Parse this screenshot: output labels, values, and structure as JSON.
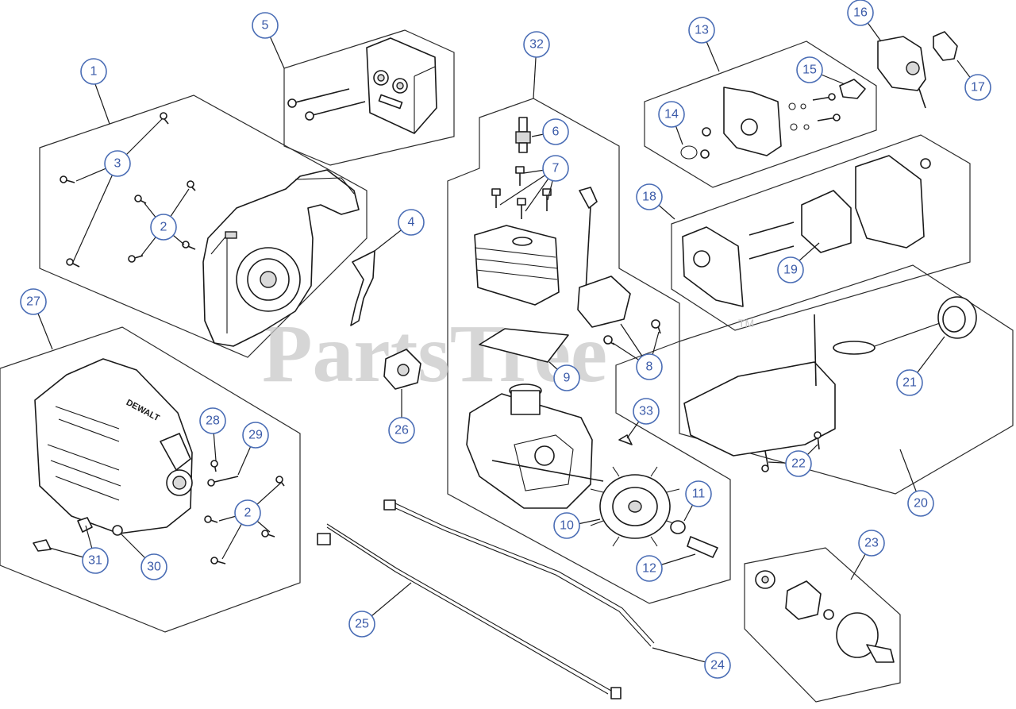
{
  "watermark": {
    "text": "PartsTree",
    "trademark": "TM"
  },
  "callouts": [
    "1",
    "2",
    "2",
    "3",
    "4",
    "5",
    "6",
    "7",
    "8",
    "9",
    "10",
    "11",
    "12",
    "13",
    "14",
    "15",
    "16",
    "17",
    "18",
    "19",
    "20",
    "21",
    "22",
    "23",
    "24",
    "25",
    "26",
    "27",
    "28",
    "29",
    "30",
    "31",
    "32",
    "33"
  ],
  "colors": {
    "callout_stroke": "#4a6db5",
    "callout_text": "#3a5aa8",
    "line": "#1a1a1a",
    "watermark": "#c9c9c9"
  }
}
